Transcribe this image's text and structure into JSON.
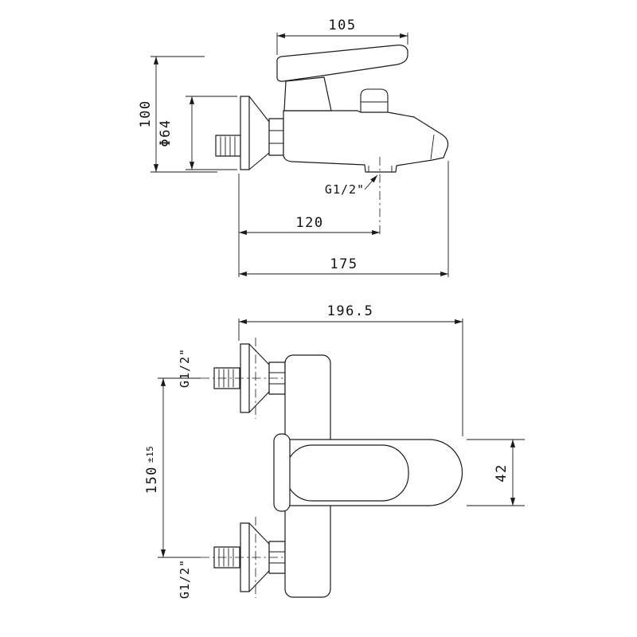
{
  "drawing": {
    "background": "#ffffff",
    "line_color": "#1a1a1a",
    "subject": "wall-mounted-bath-mixer-technical-drawing"
  },
  "side_view": {
    "dims": {
      "handle_length": "105",
      "overall_height": "100",
      "escutcheon_diameter": "Φ64",
      "outlet_thread": "G1/2\"",
      "outlet_offset": "120",
      "overall_depth": "175"
    }
  },
  "front_view": {
    "dims": {
      "overall_width": "196.5",
      "inlet_thread_top": "G1/2\"",
      "inlet_thread_bottom": "G1/2\"",
      "inlet_spacing": "150",
      "inlet_spacing_tol": "±15",
      "body_height": "42"
    }
  }
}
